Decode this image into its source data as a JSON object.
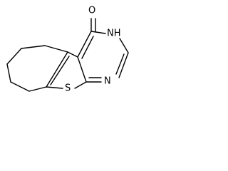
{
  "atoms": {
    "oxygen": "O",
    "nh": "NH",
    "nitrogen": "N",
    "sulfur": "S"
  }
}
